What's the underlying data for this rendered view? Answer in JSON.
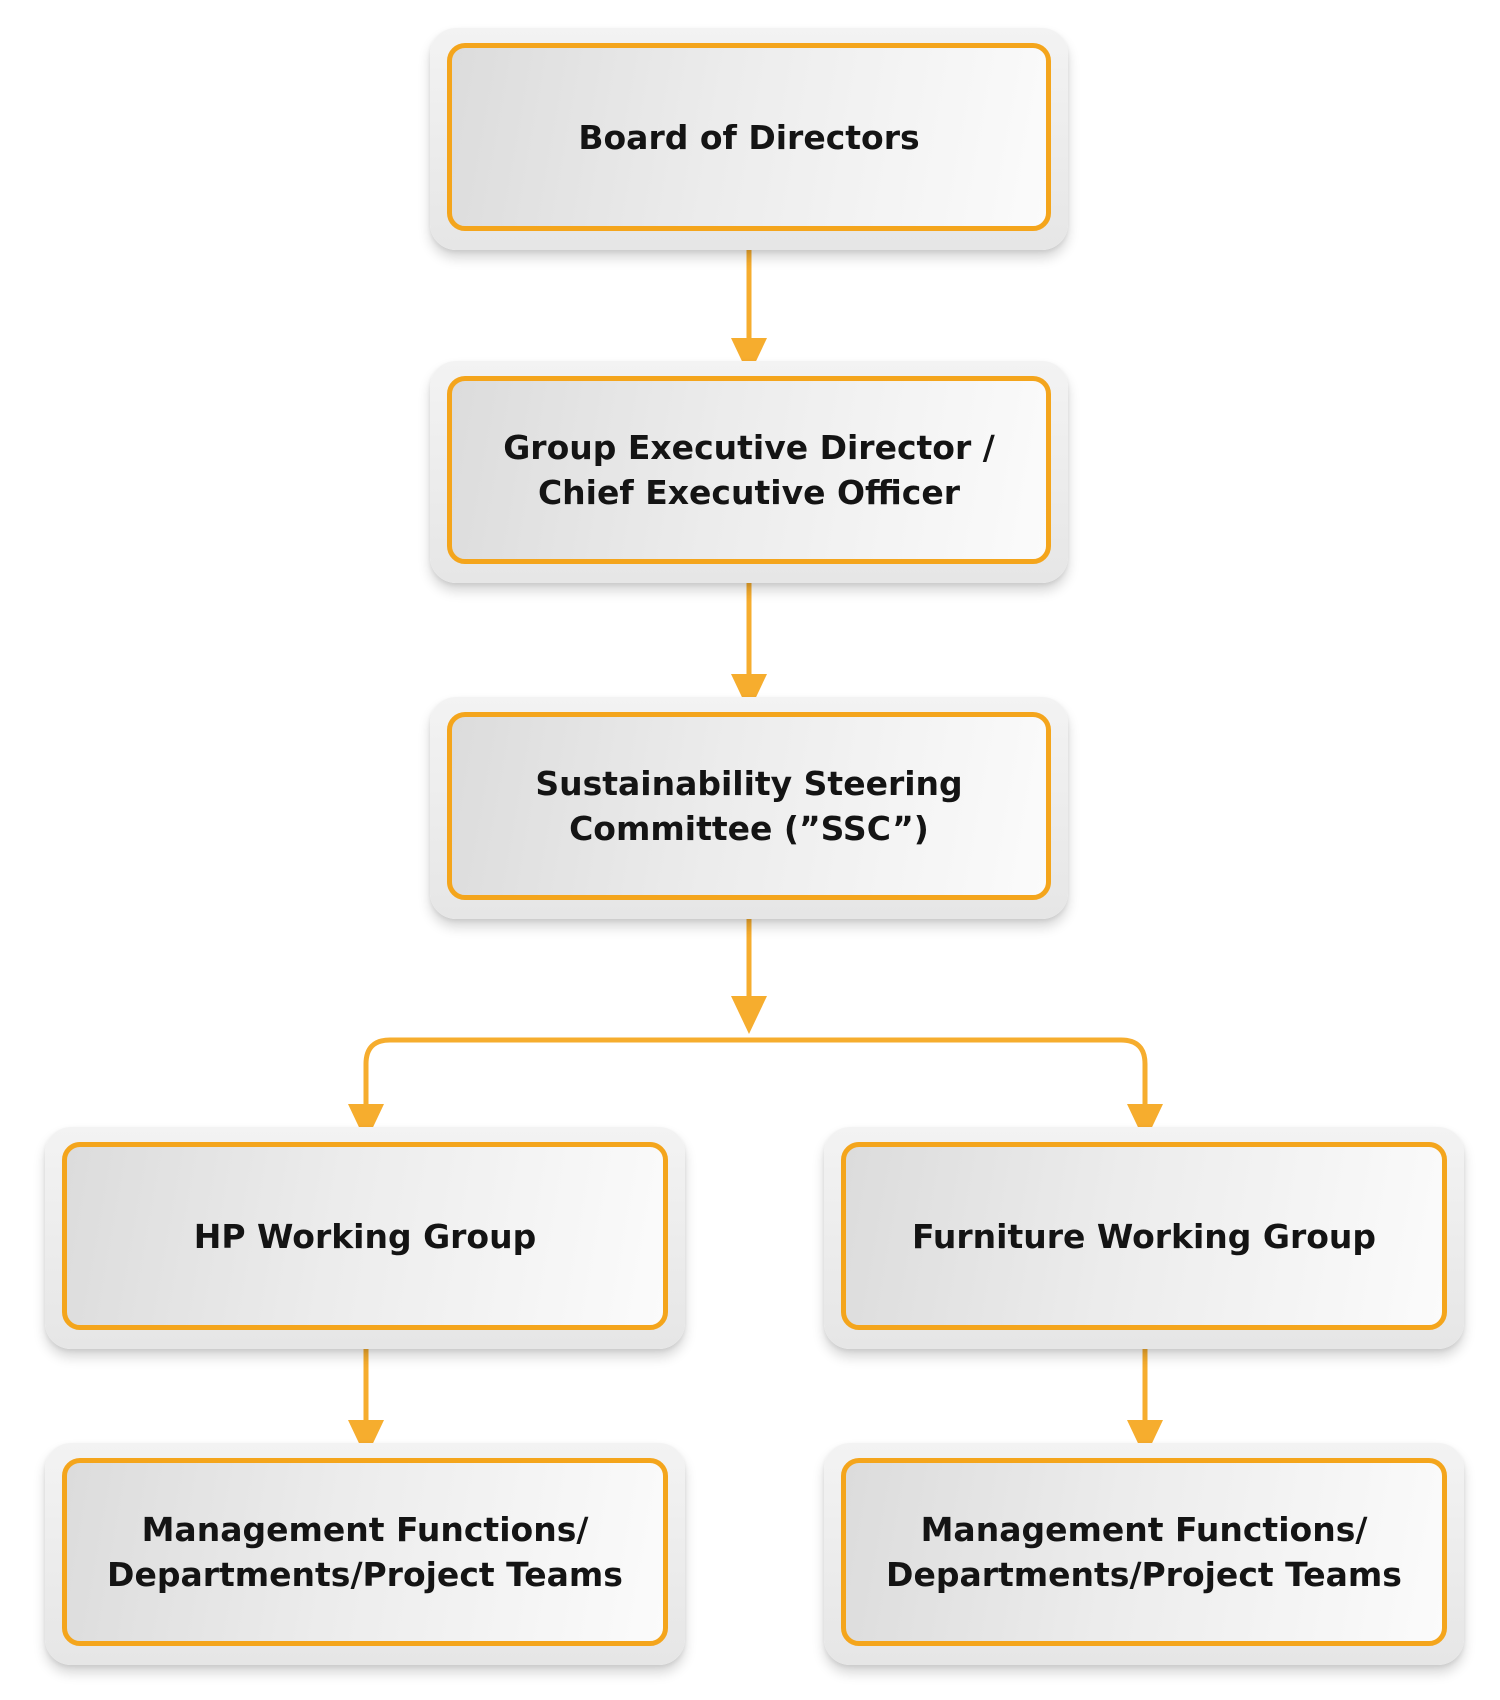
{
  "colors": {
    "accent": "#f4a51c",
    "connector": "#f6ad2e",
    "text": "#141414"
  },
  "nodes": {
    "board": {
      "lines": [
        "Board of Directors"
      ]
    },
    "ged": {
      "lines": [
        "Group Executive Director /",
        "Chief Executive Officer"
      ]
    },
    "ssc": {
      "lines": [
        "Sustainability Steering",
        "Committee (”SSC”)"
      ]
    },
    "hp": {
      "lines": [
        "HP Working Group"
      ]
    },
    "furniture": {
      "lines": [
        "Furniture Working Group"
      ]
    },
    "mgmt_hp": {
      "lines": [
        "Management Functions/",
        "Departments/Project Teams"
      ]
    },
    "mgmt_furniture": {
      "lines": [
        "Management Functions/",
        "Departments/Project Teams"
      ]
    }
  }
}
